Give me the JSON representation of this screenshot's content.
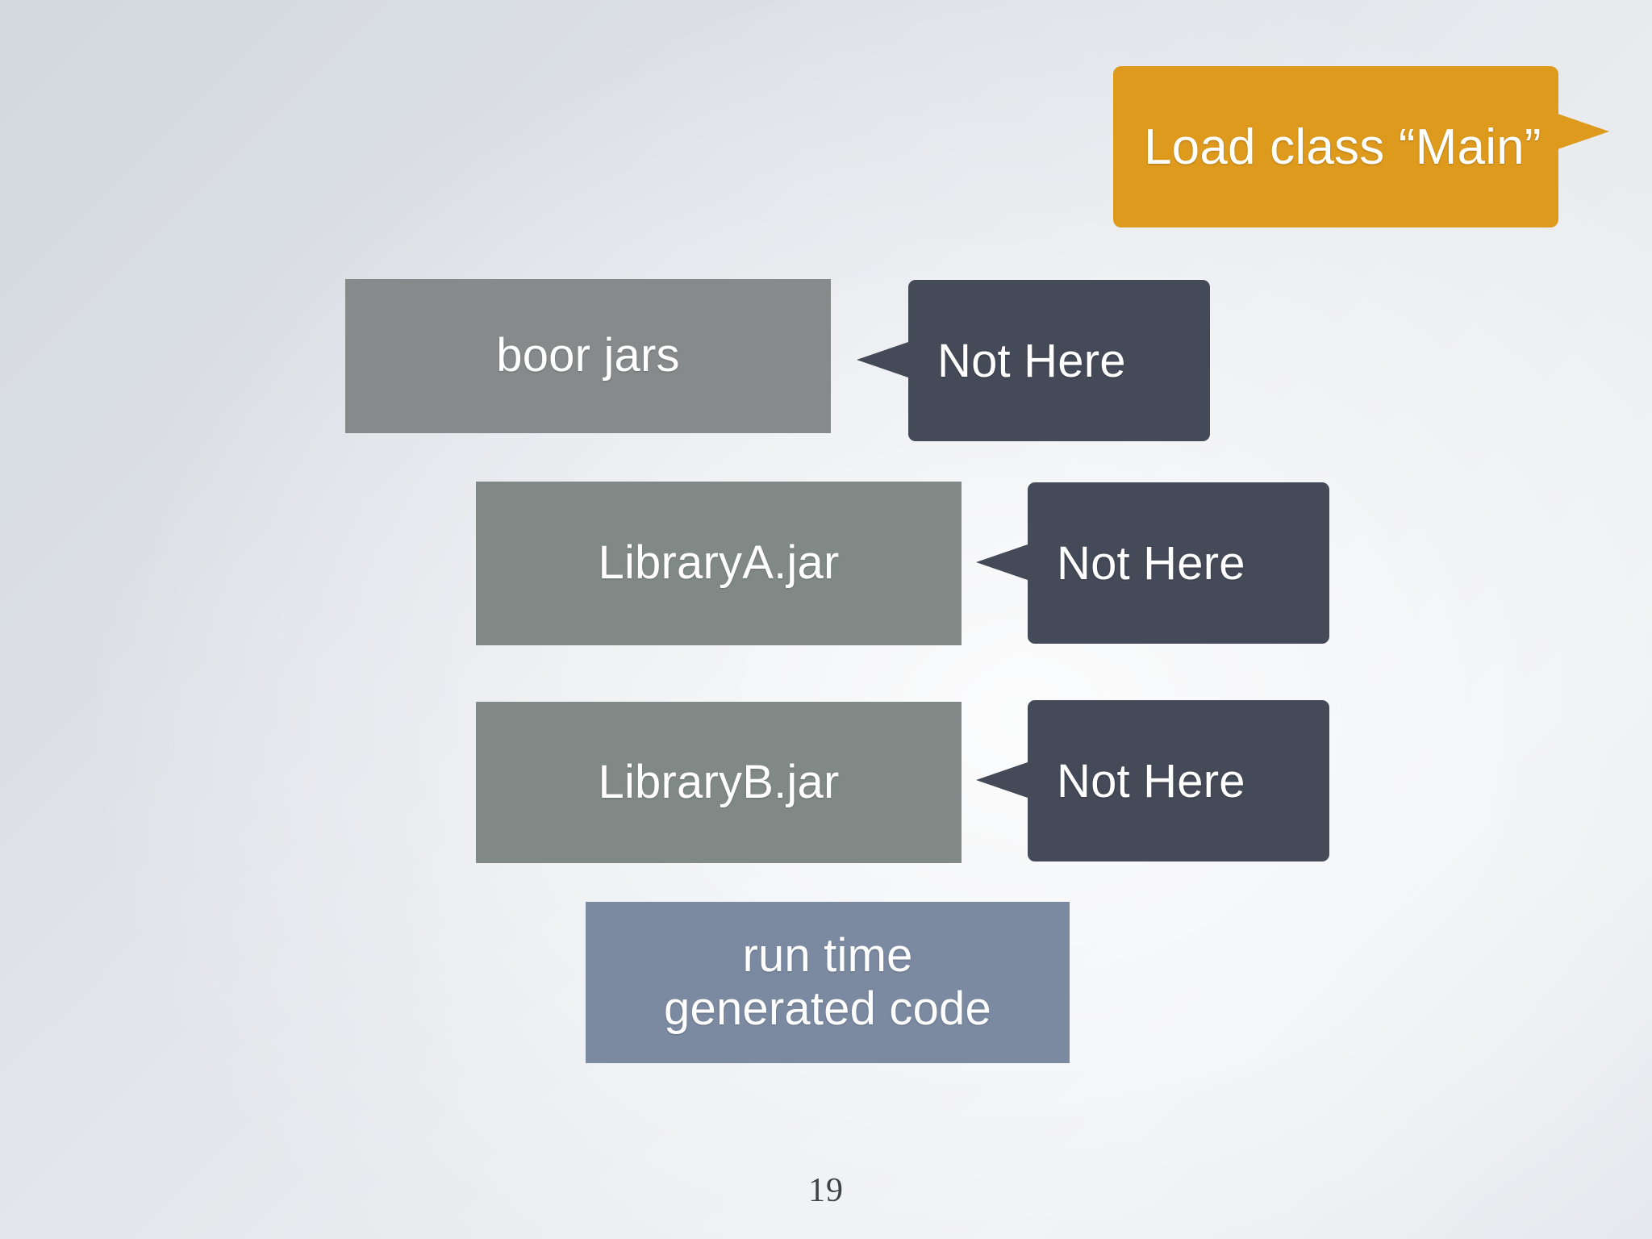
{
  "slide": {
    "page_number": "19",
    "background_top_left_color": "#D3D8DF",
    "background_bottom_right_color": "#E4E7EC"
  },
  "callouts": {
    "load_class": {
      "label": "Load class “Main”",
      "color": "#DE9A1C",
      "pointer_direction": "right"
    },
    "not_here_items": [
      {
        "label": "Not Here",
        "color": "#454A58",
        "pointer_direction": "left",
        "points_at": "boor jars"
      },
      {
        "label": "Not Here",
        "color": "#454A58",
        "pointer_direction": "left",
        "points_at": "LibraryA.jar"
      },
      {
        "label": "Not Here",
        "color": "#454A58",
        "pointer_direction": "left",
        "points_at": "LibraryB.jar"
      }
    ]
  },
  "classpath_boxes": [
    {
      "label": "boor jars",
      "color": "#868A8A"
    },
    {
      "label": "LibraryA.jar",
      "color": "#818987"
    },
    {
      "label": "LibraryB.jar",
      "color": "#818987"
    }
  ],
  "runtime_box": {
    "line1": "run time",
    "line2": "generated code",
    "color": "#7B8AA1"
  }
}
